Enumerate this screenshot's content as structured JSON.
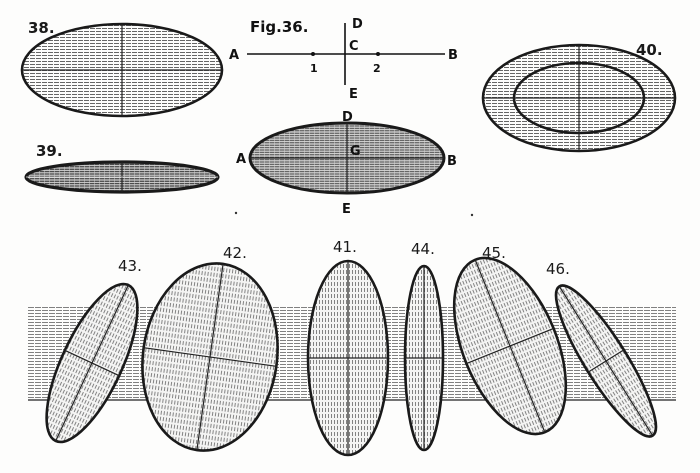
{
  "figures": {
    "fig36": {
      "title": "Fig.36.",
      "points": {
        "A": "A",
        "B": "B",
        "C": "C",
        "D": "D",
        "E": "E",
        "one": "1",
        "two": "2"
      }
    },
    "fig37": {
      "points": {
        "A": "A",
        "B": "B",
        "G": "G",
        "D": "D",
        "E": "E"
      }
    },
    "fig38": {
      "label": "38."
    },
    "fig39": {
      "label": "39."
    },
    "fig40": {
      "label": "40."
    },
    "fig41": {
      "label": "41."
    },
    "fig42": {
      "label": "42."
    },
    "fig43": {
      "label": "43."
    },
    "fig44": {
      "label": "44."
    },
    "fig45": {
      "label": "45."
    },
    "fig46": {
      "label": "46."
    }
  },
  "colors": {
    "ink": "#1a1a1a",
    "paper": "#fdfdfc",
    "shade": "#777777"
  }
}
